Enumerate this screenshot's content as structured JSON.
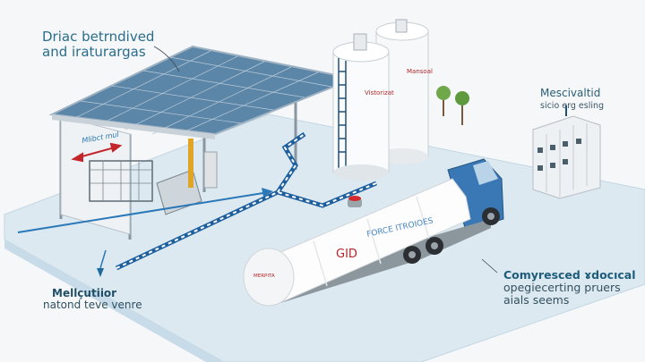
{
  "labels": {
    "top_left": [
      "Driac betrndived",
      "and iraturargas"
    ],
    "right": {
      "title": "Mescivaltid",
      "sub": "sicio erg esling"
    },
    "bottom_right": [
      "Comyresced ɤdocıcal",
      "opegiecerting pruers",
      "aials seems"
    ],
    "bottom_left": {
      "title": "Mellçutiior",
      "sub": "natond teve venre"
    }
  },
  "illustration": {
    "canopy_label": "Mlibct mul",
    "silo_left_label": "Vistorizat",
    "silo_right_label": "Mansoal",
    "tanker_label_red": "GID",
    "tanker_label_blue": "FORCE ITROIOES",
    "tanker_endcap_label": "MERPITA"
  },
  "colors": {
    "accent": "#1f5f80",
    "pipe": "#2a78b8",
    "floor": "#dbe9f2",
    "truck": "#3a78b5",
    "label_red": "#b3262a"
  }
}
